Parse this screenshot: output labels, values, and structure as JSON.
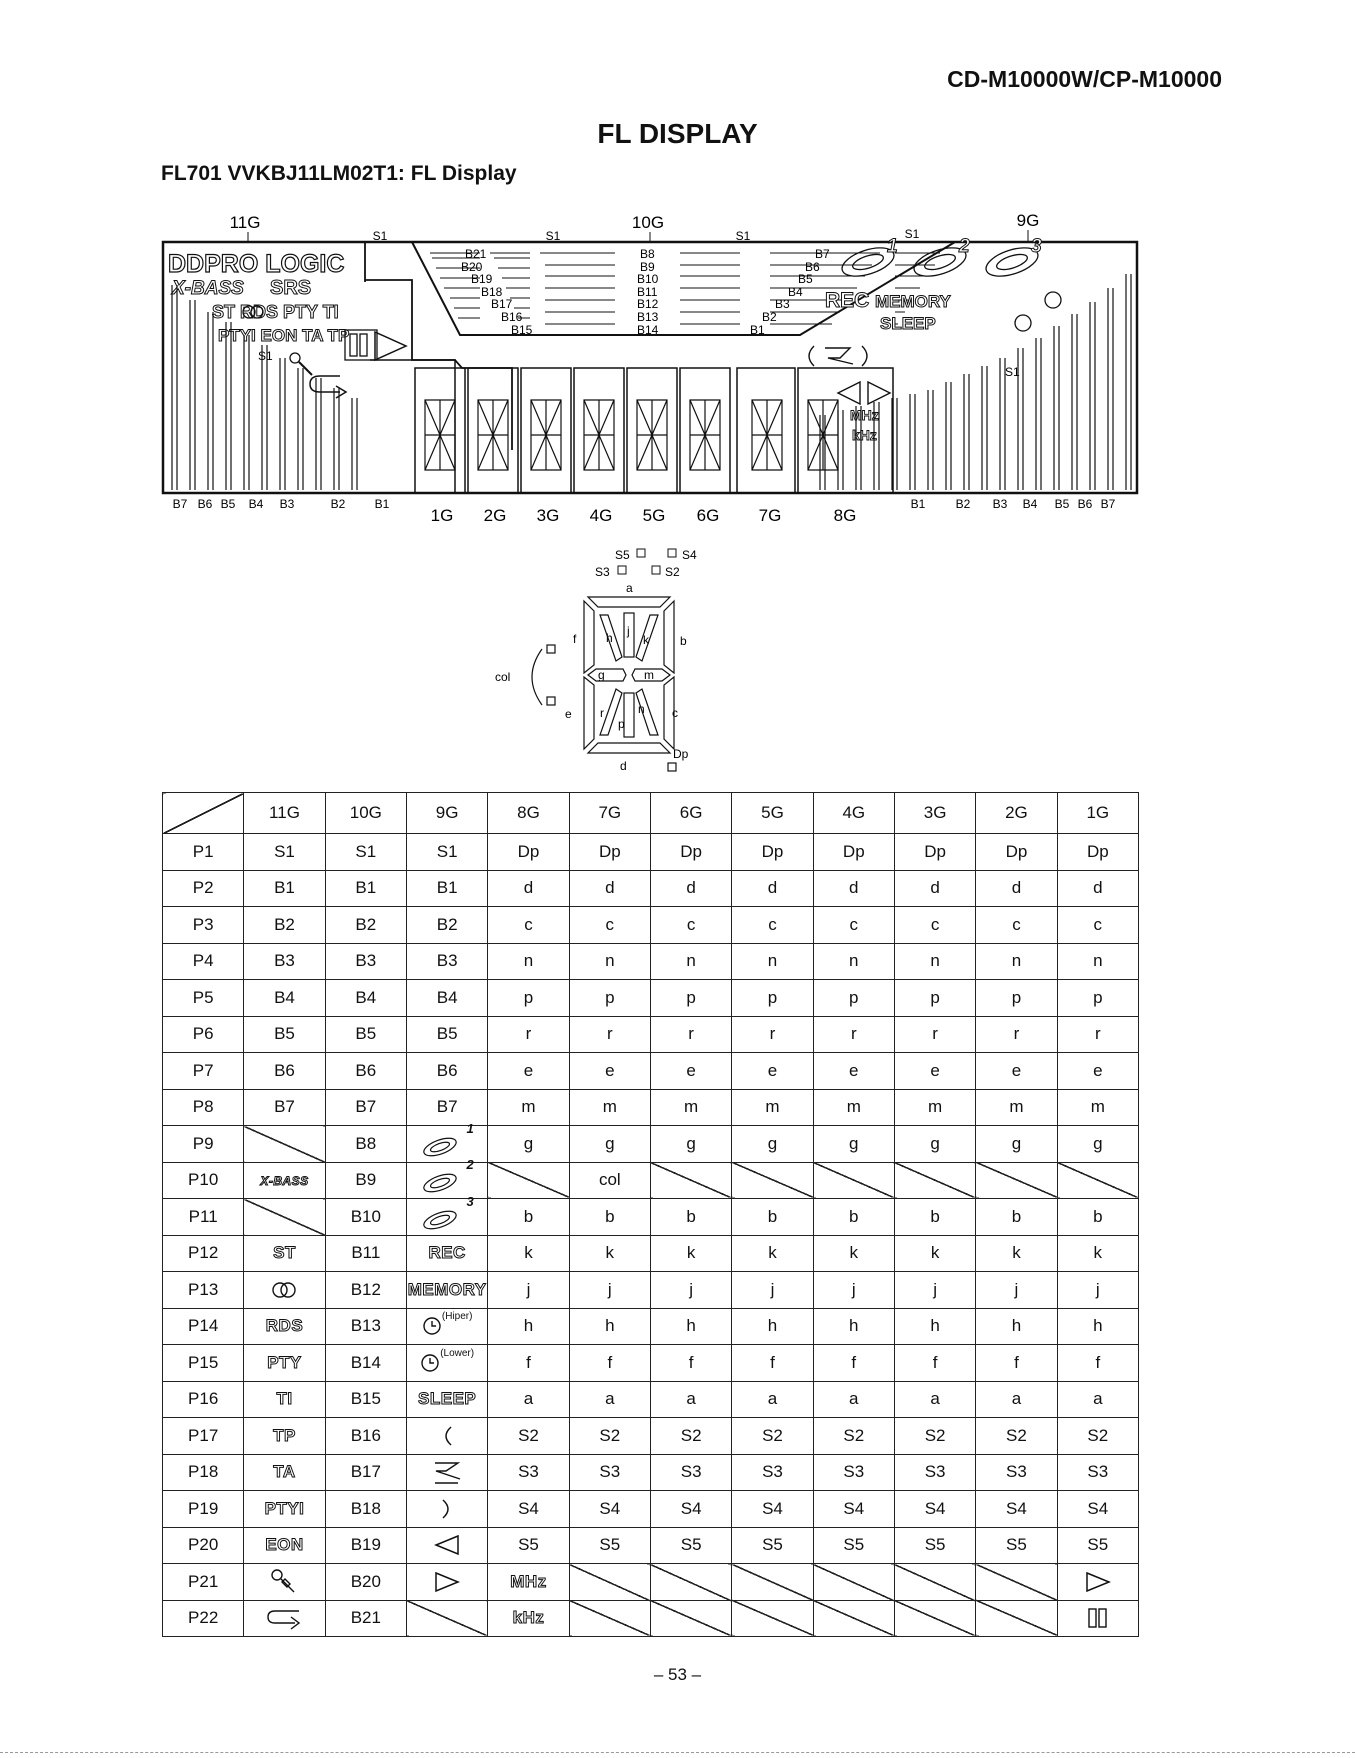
{
  "header": {
    "model": "CD-M10000W/CP-M10000"
  },
  "page_title": "FL DISPLAY",
  "subtitle": "FL701 VVKBJ11LM02T1: FL Display",
  "display": {
    "grid_labels_top": [
      "11G",
      "10G",
      "9G"
    ],
    "grid_labels_bottom": [
      "1G",
      "2G",
      "3G",
      "4G",
      "5G",
      "6G",
      "7G",
      "8G"
    ],
    "s1_label": "S1",
    "left_texts": {
      "prologic": "DDPRO LOGIC",
      "xbass": "X-BASS",
      "srs": "SRS",
      "row1": "ST  RDS PTY TI",
      "row2": "PTYI EON TA TP"
    },
    "right_texts": {
      "rec": "REC",
      "memory": "MEMORY",
      "sleep": "SLEEP",
      "n1": "1",
      "n2": "2",
      "n3": "3"
    },
    "freq": {
      "mhz": "MHz",
      "khz": "kHz"
    },
    "center_bars_left": [
      "B21",
      "B20",
      "B19",
      "B18",
      "B17",
      "B16",
      "B15"
    ],
    "center_bars_mid": [
      "B8",
      "B9",
      "B10",
      "B11",
      "B12",
      "B13",
      "B14"
    ],
    "center_bars_right": [
      "B7",
      "B6",
      "B5",
      "B4",
      "B3",
      "B2",
      "B1"
    ],
    "bottom_left_bars": [
      "B7",
      "B6",
      "B5",
      "B4",
      "B3",
      "B2",
      "B1"
    ],
    "bottom_right_bars": [
      "B1",
      "B2",
      "B3",
      "B4",
      "B5",
      "B6",
      "B7"
    ]
  },
  "segment_diagram": {
    "labels": {
      "s5": "S5",
      "s4": "S4",
      "s3": "S3",
      "s2": "S2",
      "a": "a",
      "b": "b",
      "c": "c",
      "d": "d",
      "e": "e",
      "f": "f",
      "g": "g",
      "h": "h",
      "j": "j",
      "k": "k",
      "m": "m",
      "n": "n",
      "p": "p",
      "r": "r",
      "col": "col",
      "dp": "Dp"
    }
  },
  "table": {
    "headers": [
      "11G",
      "10G",
      "9G",
      "8G",
      "7G",
      "6G",
      "5G",
      "4G",
      "3G",
      "2G",
      "1G"
    ],
    "rows": [
      {
        "pin": "P1",
        "cells": [
          "S1",
          "S1",
          "S1",
          "Dp",
          "Dp",
          "Dp",
          "Dp",
          "Dp",
          "Dp",
          "Dp",
          "Dp"
        ]
      },
      {
        "pin": "P2",
        "cells": [
          "B1",
          "B1",
          "B1",
          "d",
          "d",
          "d",
          "d",
          "d",
          "d",
          "d",
          "d"
        ]
      },
      {
        "pin": "P3",
        "cells": [
          "B2",
          "B2",
          "B2",
          "c",
          "c",
          "c",
          "c",
          "c",
          "c",
          "c",
          "c"
        ]
      },
      {
        "pin": "P4",
        "cells": [
          "B3",
          "B3",
          "B3",
          "n",
          "n",
          "n",
          "n",
          "n",
          "n",
          "n",
          "n"
        ]
      },
      {
        "pin": "P5",
        "cells": [
          "B4",
          "B4",
          "B4",
          "p",
          "p",
          "p",
          "p",
          "p",
          "p",
          "p",
          "p"
        ]
      },
      {
        "pin": "P6",
        "cells": [
          "B5",
          "B5",
          "B5",
          "r",
          "r",
          "r",
          "r",
          "r",
          "r",
          "r",
          "r"
        ]
      },
      {
        "pin": "P7",
        "cells": [
          "B6",
          "B6",
          "B6",
          "e",
          "e",
          "e",
          "e",
          "e",
          "e",
          "e",
          "e"
        ]
      },
      {
        "pin": "P8",
        "cells": [
          "B7",
          "B7",
          "B7",
          "m",
          "m",
          "m",
          "m",
          "m",
          "m",
          "m",
          "m"
        ]
      },
      {
        "pin": "P9",
        "cells": [
          "",
          "B8",
          "disc-1",
          "g",
          "g",
          "g",
          "g",
          "g",
          "g",
          "g",
          "g"
        ]
      },
      {
        "pin": "P10",
        "cells": [
          "X-BASS",
          "B9",
          "disc-2",
          "",
          "col",
          "",
          "",
          "",
          "",
          "",
          ""
        ]
      },
      {
        "pin": "P11",
        "cells": [
          "",
          "B10",
          "disc-3",
          "b",
          "b",
          "b",
          "b",
          "b",
          "b",
          "b",
          "b"
        ]
      },
      {
        "pin": "P12",
        "cells": [
          "ST",
          "B11",
          "REC",
          "k",
          "k",
          "k",
          "k",
          "k",
          "k",
          "k",
          "k"
        ]
      },
      {
        "pin": "P13",
        "cells": [
          "stereo",
          "B12",
          "MEMORY",
          "j",
          "j",
          "j",
          "j",
          "j",
          "j",
          "j",
          "j"
        ]
      },
      {
        "pin": "P14",
        "cells": [
          "RDS",
          "B13",
          "clock-hiper",
          "h",
          "h",
          "h",
          "h",
          "h",
          "h",
          "h",
          "h"
        ]
      },
      {
        "pin": "P15",
        "cells": [
          "PTY",
          "B14",
          "clock-lower",
          "f",
          "f",
          "f",
          "f",
          "f",
          "f",
          "f",
          "f"
        ]
      },
      {
        "pin": "P16",
        "cells": [
          "TI",
          "B15",
          "SLEEP",
          "a",
          "a",
          "a",
          "a",
          "a",
          "a",
          "a",
          "a"
        ]
      },
      {
        "pin": "P17",
        "cells": [
          "TP",
          "B16",
          "paren-left",
          "S2",
          "S2",
          "S2",
          "S2",
          "S2",
          "S2",
          "S2",
          "S2"
        ]
      },
      {
        "pin": "P18",
        "cells": [
          "TA",
          "B17",
          "bolt",
          "S3",
          "S3",
          "S3",
          "S3",
          "S3",
          "S3",
          "S3",
          "S3"
        ]
      },
      {
        "pin": "P19",
        "cells": [
          "PTYI",
          "B18",
          "paren-right",
          "S4",
          "S4",
          "S4",
          "S4",
          "S4",
          "S4",
          "S4",
          "S4"
        ]
      },
      {
        "pin": "P20",
        "cells": [
          "EON",
          "B19",
          "tri-left",
          "S5",
          "S5",
          "S5",
          "S5",
          "S5",
          "S5",
          "S5",
          "S5"
        ]
      },
      {
        "pin": "P21",
        "cells": [
          "mic",
          "B20",
          "tri-right",
          "MHz",
          "",
          "",
          "",
          "",
          "",
          "",
          "tri-right"
        ]
      },
      {
        "pin": "P22",
        "cells": [
          "repeat",
          "B21",
          "",
          "kHz",
          "",
          "",
          "",
          "",
          "",
          "",
          "pause"
        ]
      }
    ],
    "clock_notes": {
      "hiper": "(Hiper)",
      "lower": "(Lower)"
    },
    "disc_numbers": {
      "d1": "1",
      "d2": "2",
      "d3": "3"
    }
  },
  "page_number": "– 53 –"
}
